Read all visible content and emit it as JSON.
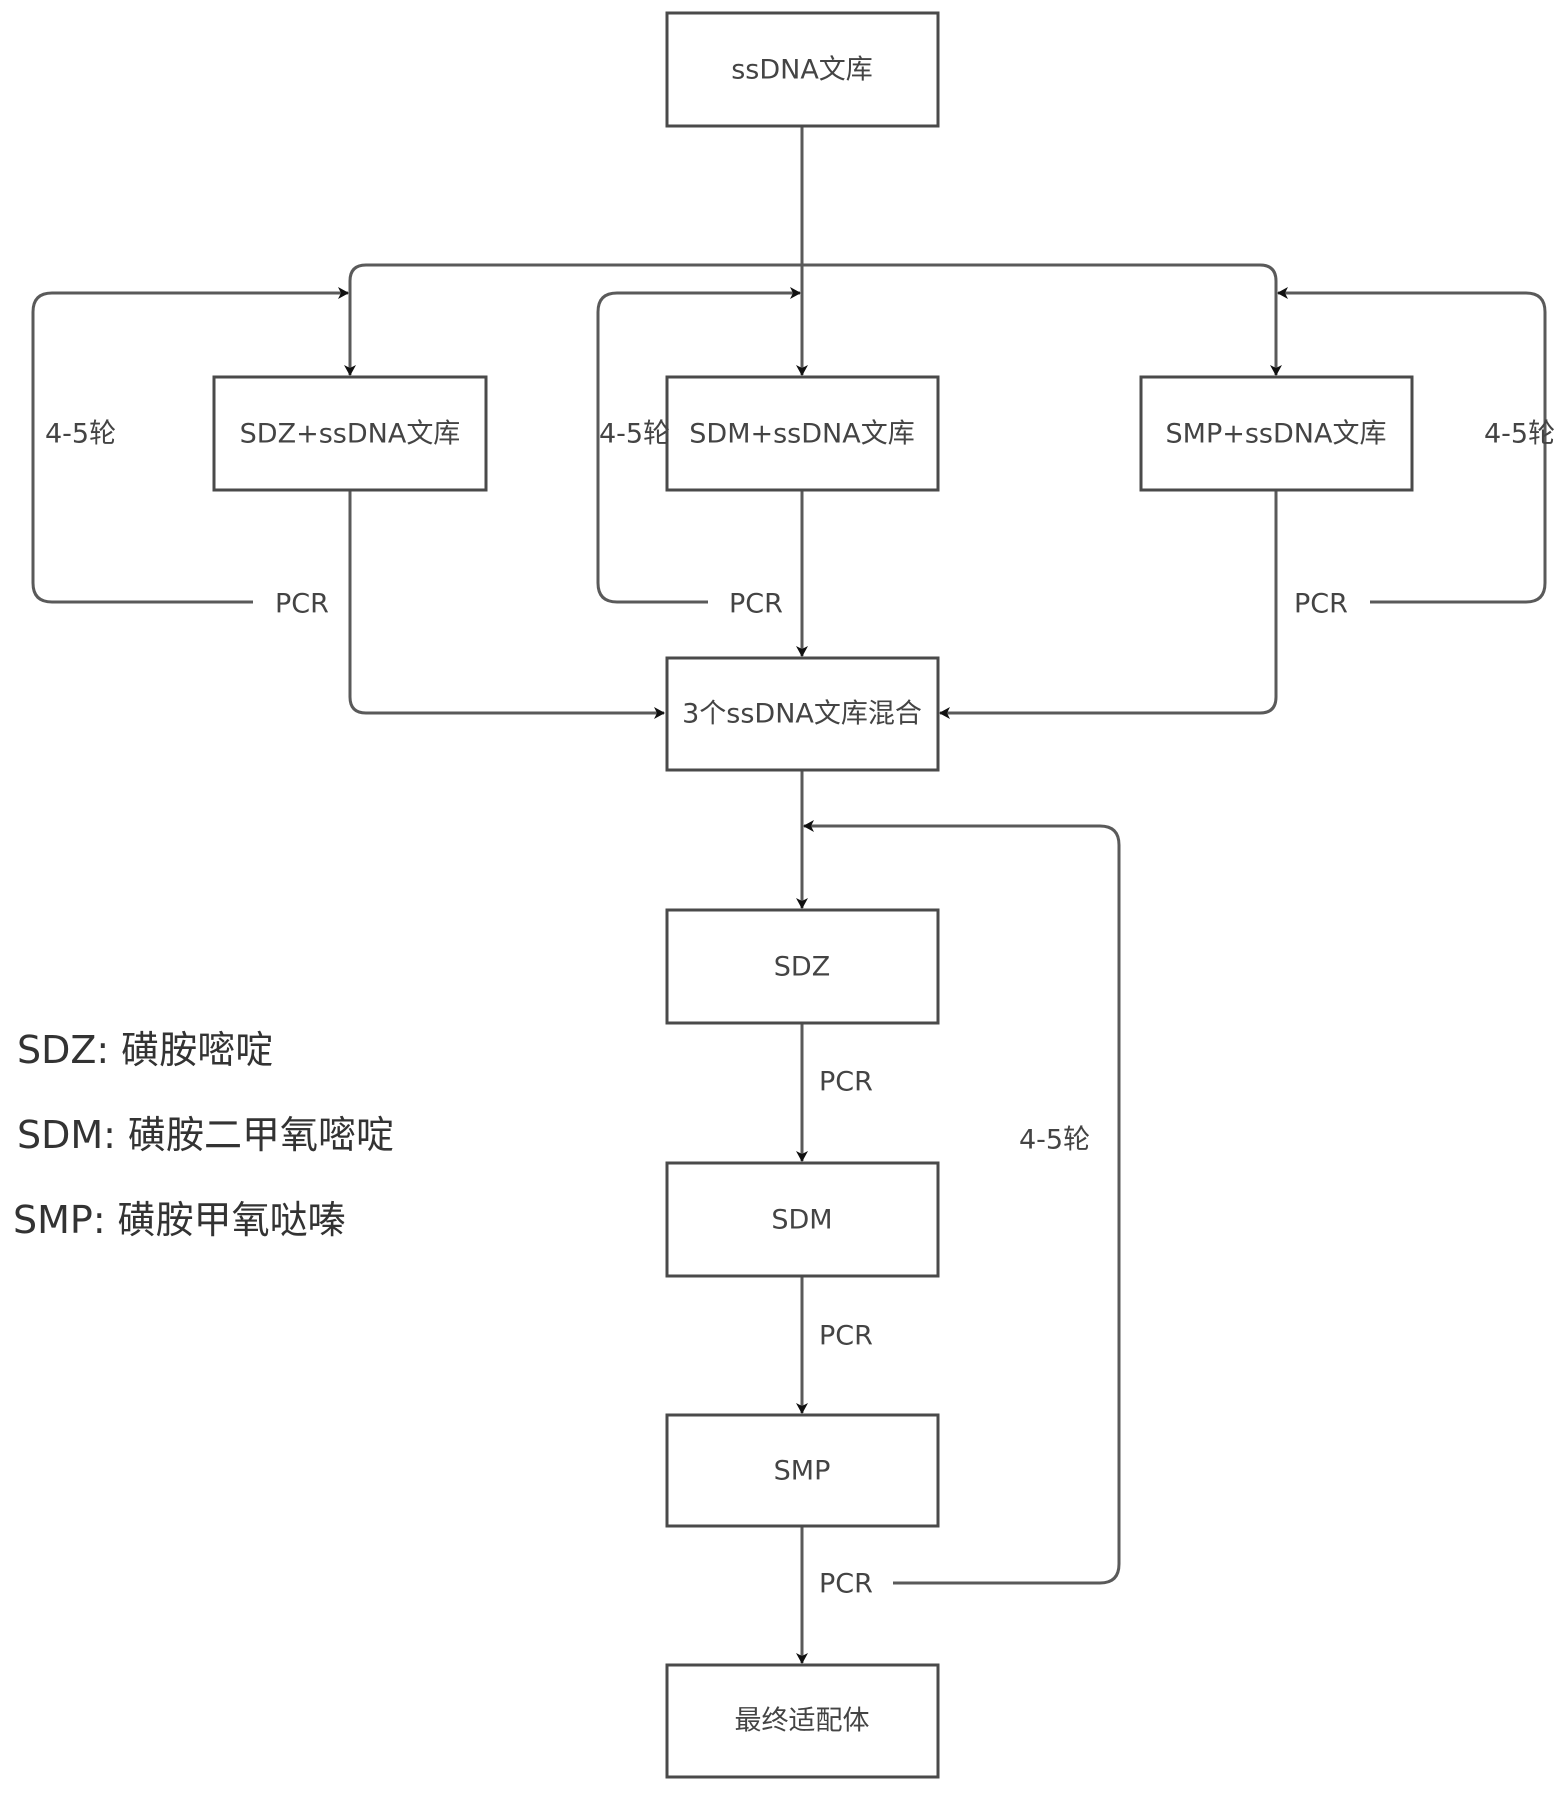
{
  "diagram": {
    "nodes": {
      "library": "ssDNA文库",
      "sdz_library": "SDZ+ssDNA文库",
      "sdm_library": "SDM+ssDNA文库",
      "smp_library": "SMP+ssDNA文库",
      "mix": "3个ssDNA文库混合",
      "sdz": "SDZ",
      "sdm": "SDM",
      "smp": "SMP",
      "final": "最终适配体"
    },
    "edge_labels": {
      "sdz_loop_rounds": "4-5轮",
      "sdm_loop_rounds": "4-5轮",
      "smp_loop_rounds": "4-5轮",
      "sdz_loop_pcr": "PCR",
      "sdm_loop_pcr": "PCR",
      "smp_loop_pcr": "PCR",
      "sdz_to_sdm_pcr": "PCR",
      "sdm_to_smp_pcr": "PCR",
      "smp_out_pcr": "PCR",
      "sequential_loop_rounds": "4-5轮"
    },
    "legend": [
      {
        "abbr": "SDZ:",
        "name": "磺胺嘧啶"
      },
      {
        "abbr": "SDM:",
        "name": "磺胺二甲氧嘧啶"
      },
      {
        "abbr": "SMP:",
        "name": "磺胺甲氧哒嗪"
      }
    ]
  }
}
